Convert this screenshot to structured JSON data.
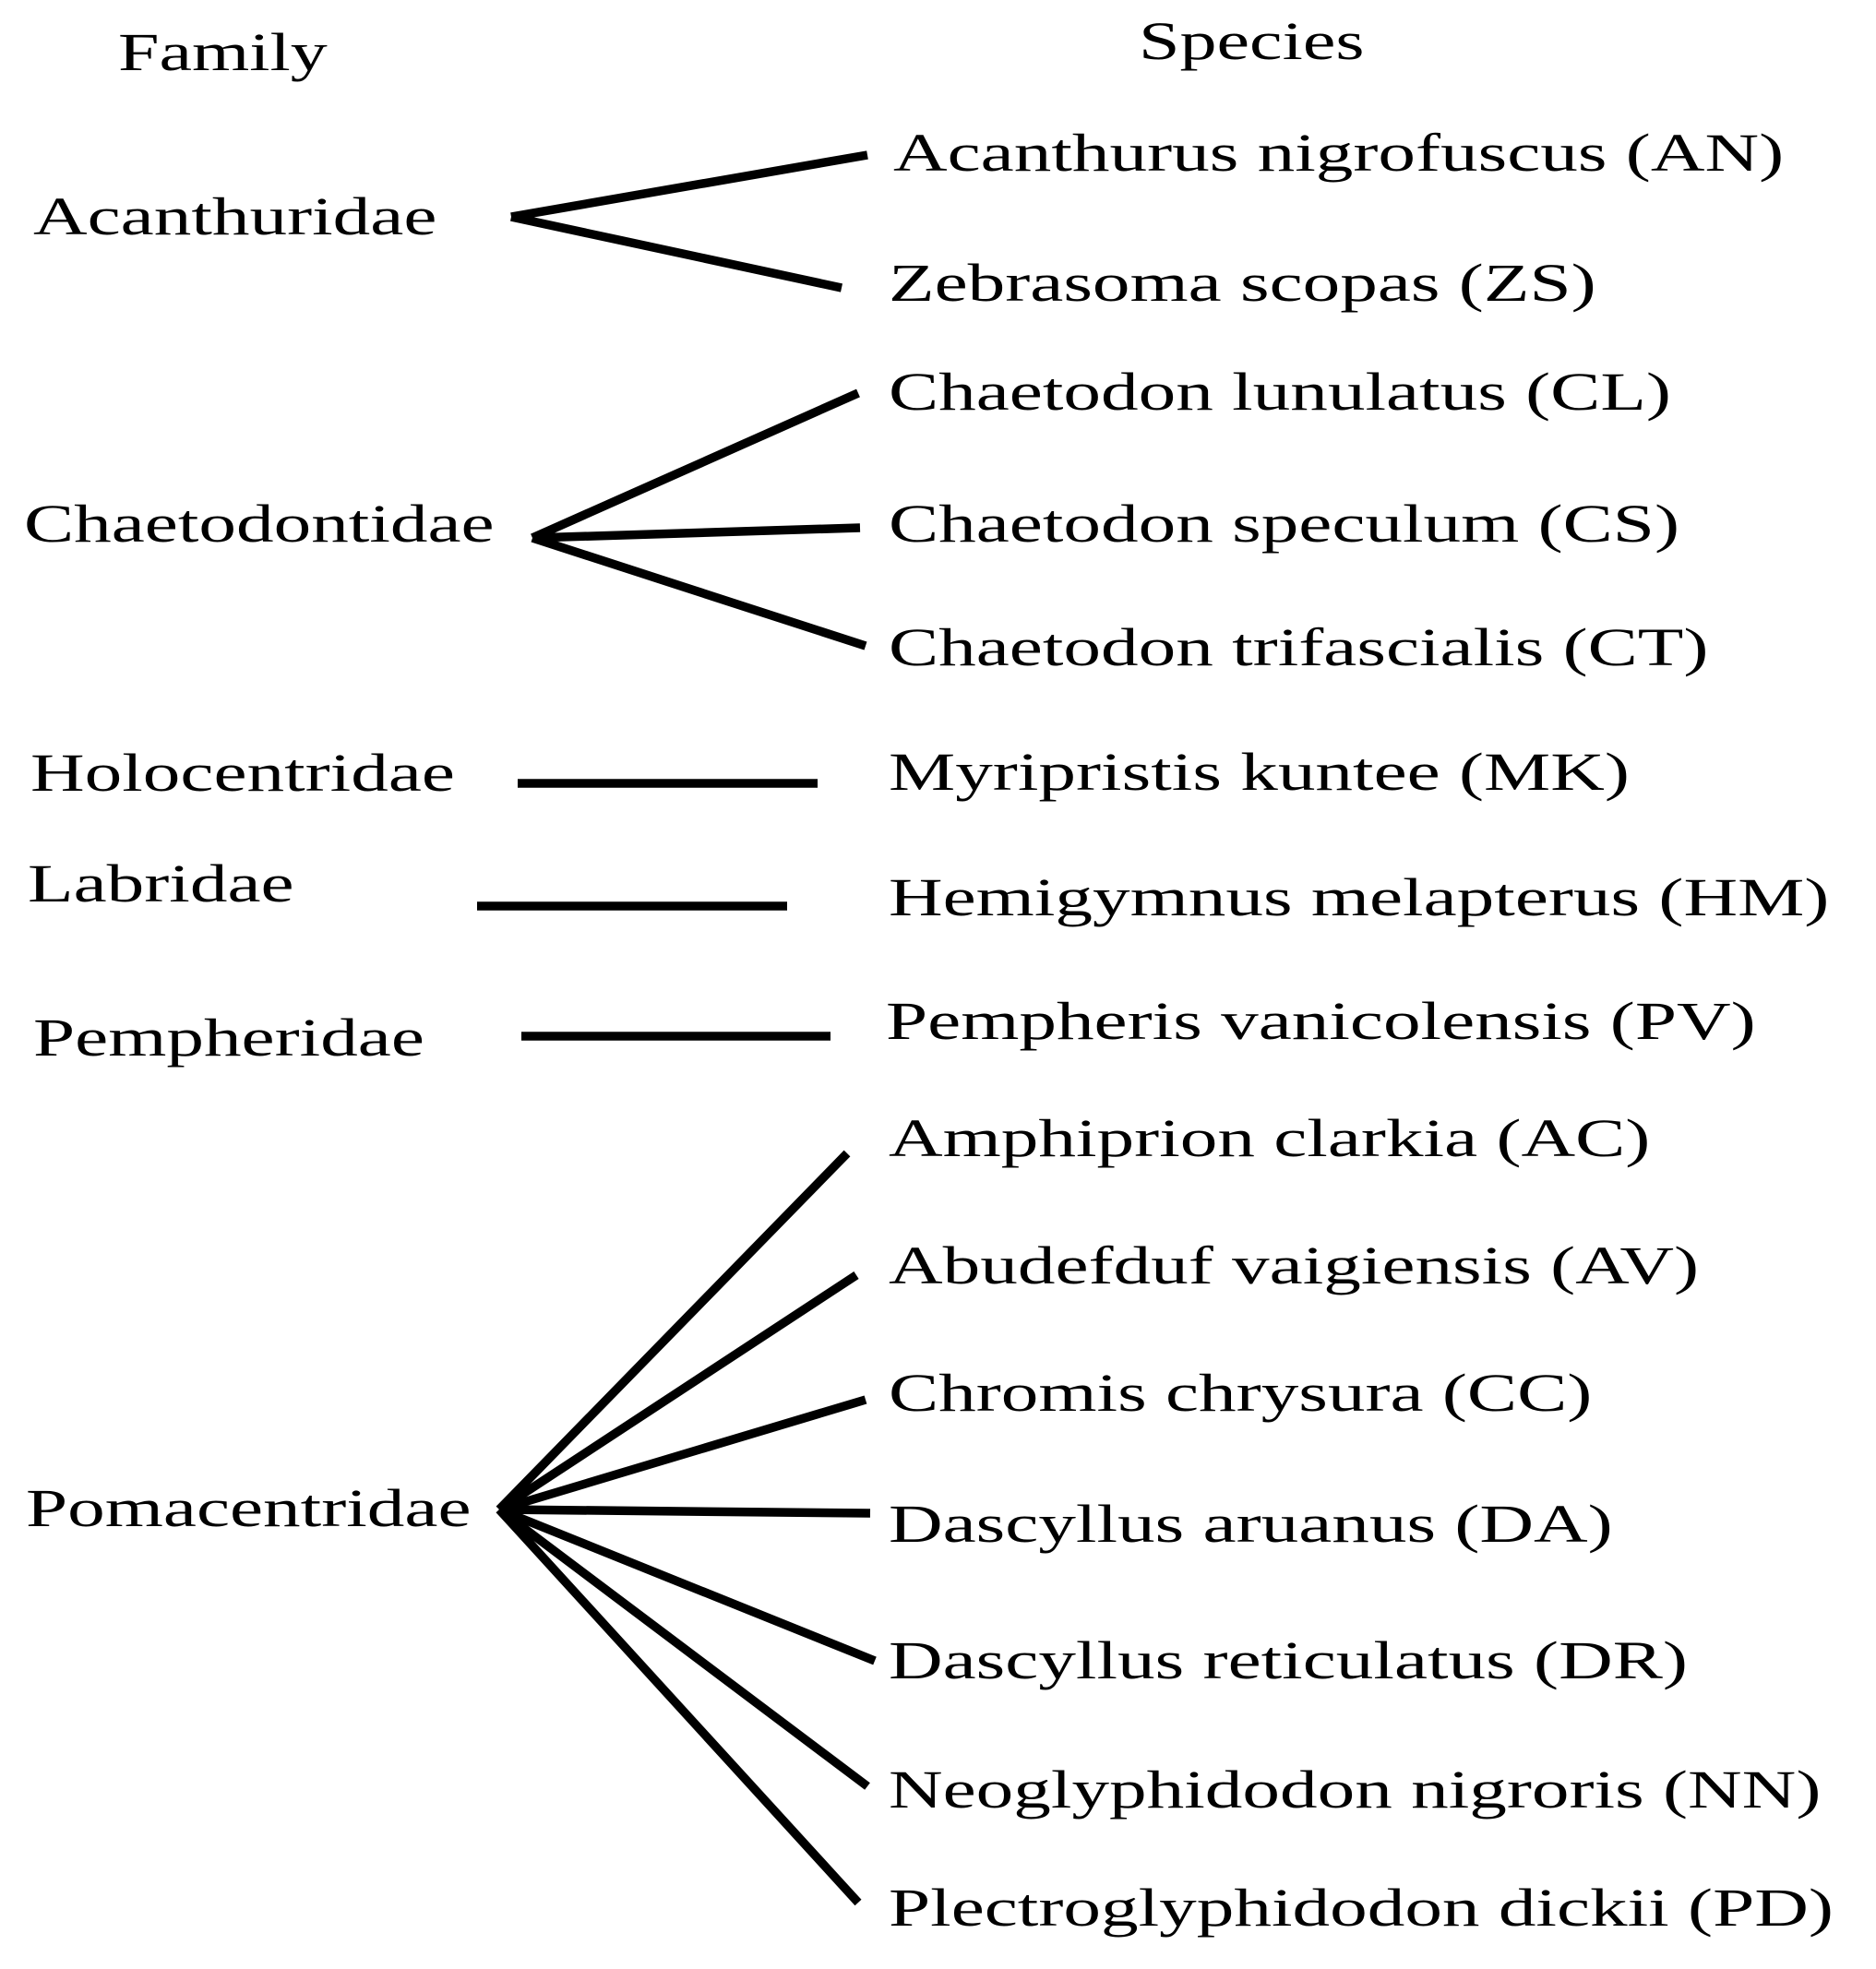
{
  "title_row": {
    "family": "Family",
    "species": "Species"
  },
  "families": [
    {
      "name": "Acanthuridae",
      "species": [
        "Acanthurus nigrofuscus (AN)",
        "Zebrasoma scopas (ZS)"
      ]
    },
    {
      "name": "Chaetodontidae",
      "species": [
        "Chaetodon lunulatus (CL)",
        "Chaetodon speculum (CS)",
        "Chaetodon trifascialis (CT)"
      ]
    },
    {
      "name": "Holocentridae",
      "species": [
        "Myripristis kuntee (MK)"
      ]
    },
    {
      "name": "Labridae",
      "species": [
        "Hemigymnus melapterus (HM)"
      ]
    },
    {
      "name": "Pempheridae",
      "species": [
        "Pempheris vanicolensis (PV)"
      ]
    },
    {
      "name": "Pomacentridae",
      "species": [
        "Amphiprion clarkia (AC)",
        "Abudefduf vaigiensis (AV)",
        "Chromis chrysura (CC)",
        "Dascyllus aruanus (DA)",
        "Dascyllus reticulatus (DR)",
        "Neoglyphidodon nigroris (NN)",
        "Plectroglyphidodon dickii (PD)"
      ]
    }
  ],
  "colors": {
    "text": "#000000",
    "line": "#000000",
    "background": "#ffffff"
  }
}
